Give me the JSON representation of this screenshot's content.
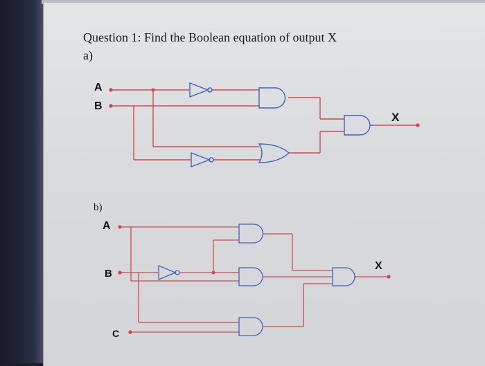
{
  "question": {
    "title": "Question 1: Find the Boolean equation of output X",
    "part_a": "a)",
    "part_b": "b)"
  },
  "circuit_a": {
    "inputs": [
      "A",
      "B"
    ],
    "output": "X",
    "gates": [
      "NOT",
      "AND",
      "NOT",
      "OR",
      "AND"
    ]
  },
  "circuit_b": {
    "inputs": [
      "A",
      "B",
      "C"
    ],
    "output": "X",
    "gates": [
      "NOT",
      "AND",
      "AND",
      "AND",
      "AND"
    ]
  },
  "colors": {
    "wire": "#d04a4a",
    "gate": "#3f63b8"
  }
}
